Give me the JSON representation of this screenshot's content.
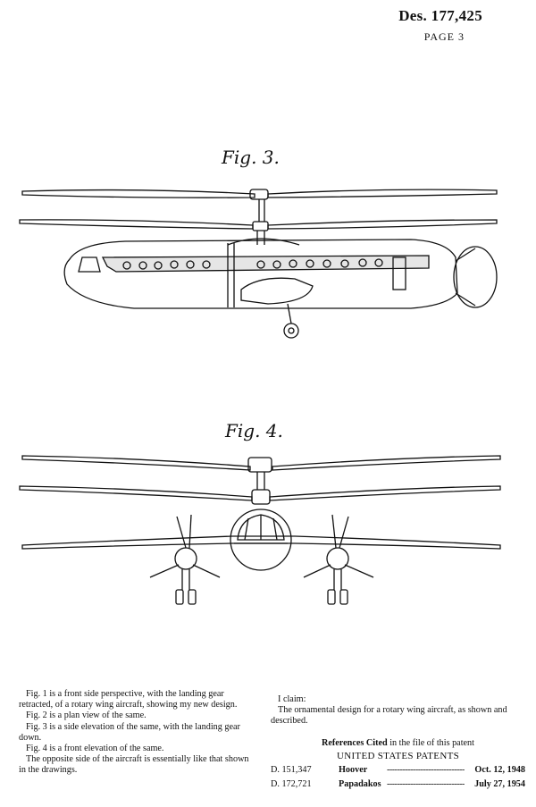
{
  "header": {
    "doc_number": "Des. 177,425",
    "page_label": "PAGE 3"
  },
  "figures": {
    "fig3_label": "Fig. 3.",
    "fig4_label": "Fig. 4."
  },
  "description": {
    "para1": "Fig. 1 is a front side perspective, with the landing gear retracted, of a rotary wing aircraft, showing my new design.",
    "para2": "Fig. 2 is a plan view of the same.",
    "para3": "Fig. 3 is a side elevation of the same, with the landing gear down.",
    "para4": "Fig. 4 is a front elevation of the same.",
    "para5": "The opposite side of the aircraft is essentially like that shown in the drawings."
  },
  "claim": {
    "heading": "I claim:",
    "text": "The ornamental design for a rotary wing aircraft, as shown and described."
  },
  "references": {
    "title_bold": "References Cited",
    "title_rest": " in the file of this patent",
    "subtitle": "UNITED STATES PATENTS",
    "rows": [
      {
        "number": "D. 151,347",
        "name": "Hoover",
        "dots": "------------------------------",
        "date": "Oct. 12, 1948"
      },
      {
        "number": "D. 172,721",
        "name": "Papadakos",
        "dots": "------------------------------",
        "date": "July 27, 1954"
      }
    ]
  }
}
